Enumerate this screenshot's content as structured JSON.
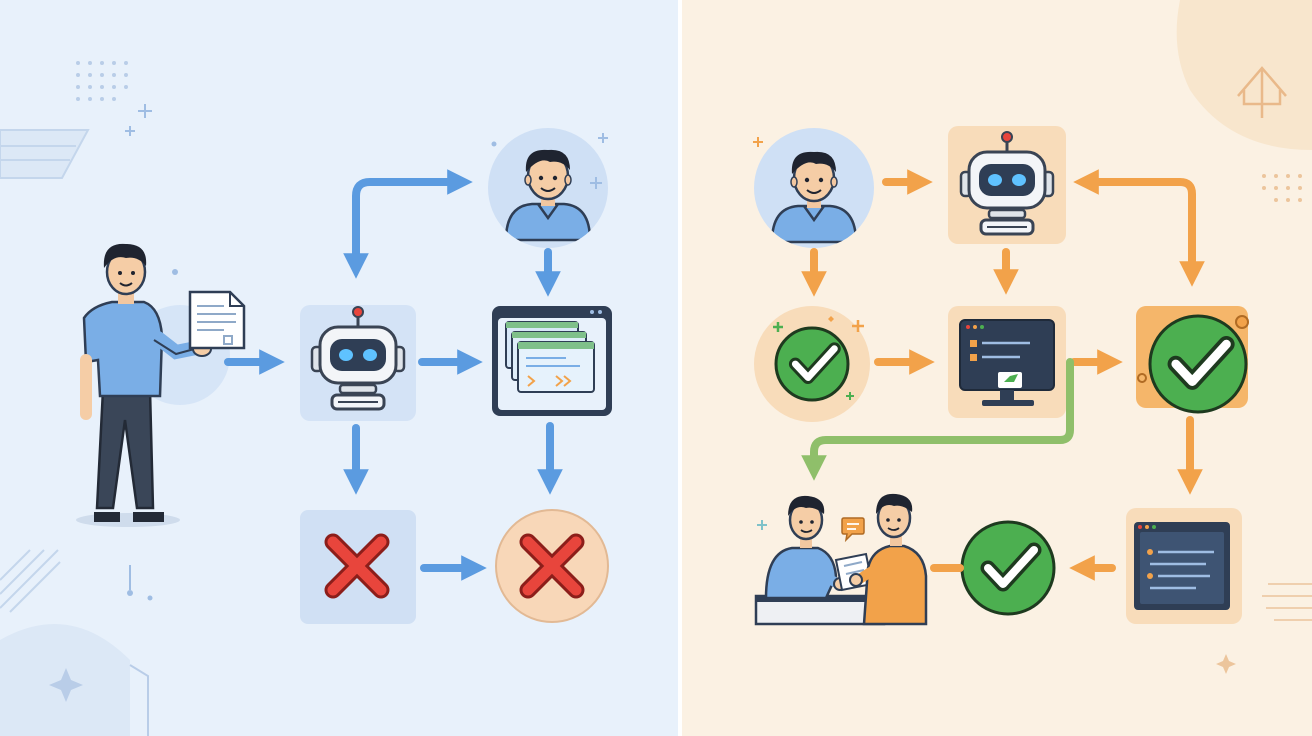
{
  "panels": [
    {
      "id": "left",
      "accent": "#5b9be0",
      "background": "#e8f1fb",
      "meaning": "failure-flow"
    },
    {
      "id": "right",
      "accent": "#f2a24a",
      "background": "#fbf1e3",
      "meaning": "success-flow"
    }
  ],
  "colors": {
    "blue_arrow": "#5b9be0",
    "orange_arrow": "#f2a24a",
    "green_arrow": "#8fbf6a",
    "fail_red": "#e8453c",
    "success_green": "#4caf50",
    "screen_dark": "#2f3e55"
  },
  "icons": [
    "person-holding-document-icon",
    "document-icon",
    "person-avatar-icon",
    "robot-icon",
    "code-windows-icon",
    "x-mark-icon",
    "check-mark-icon",
    "terminal-screen-icon",
    "checklist-screen-icon",
    "two-people-handshake-icon",
    "chat-bubble-icon",
    "roof-logo-icon"
  ]
}
